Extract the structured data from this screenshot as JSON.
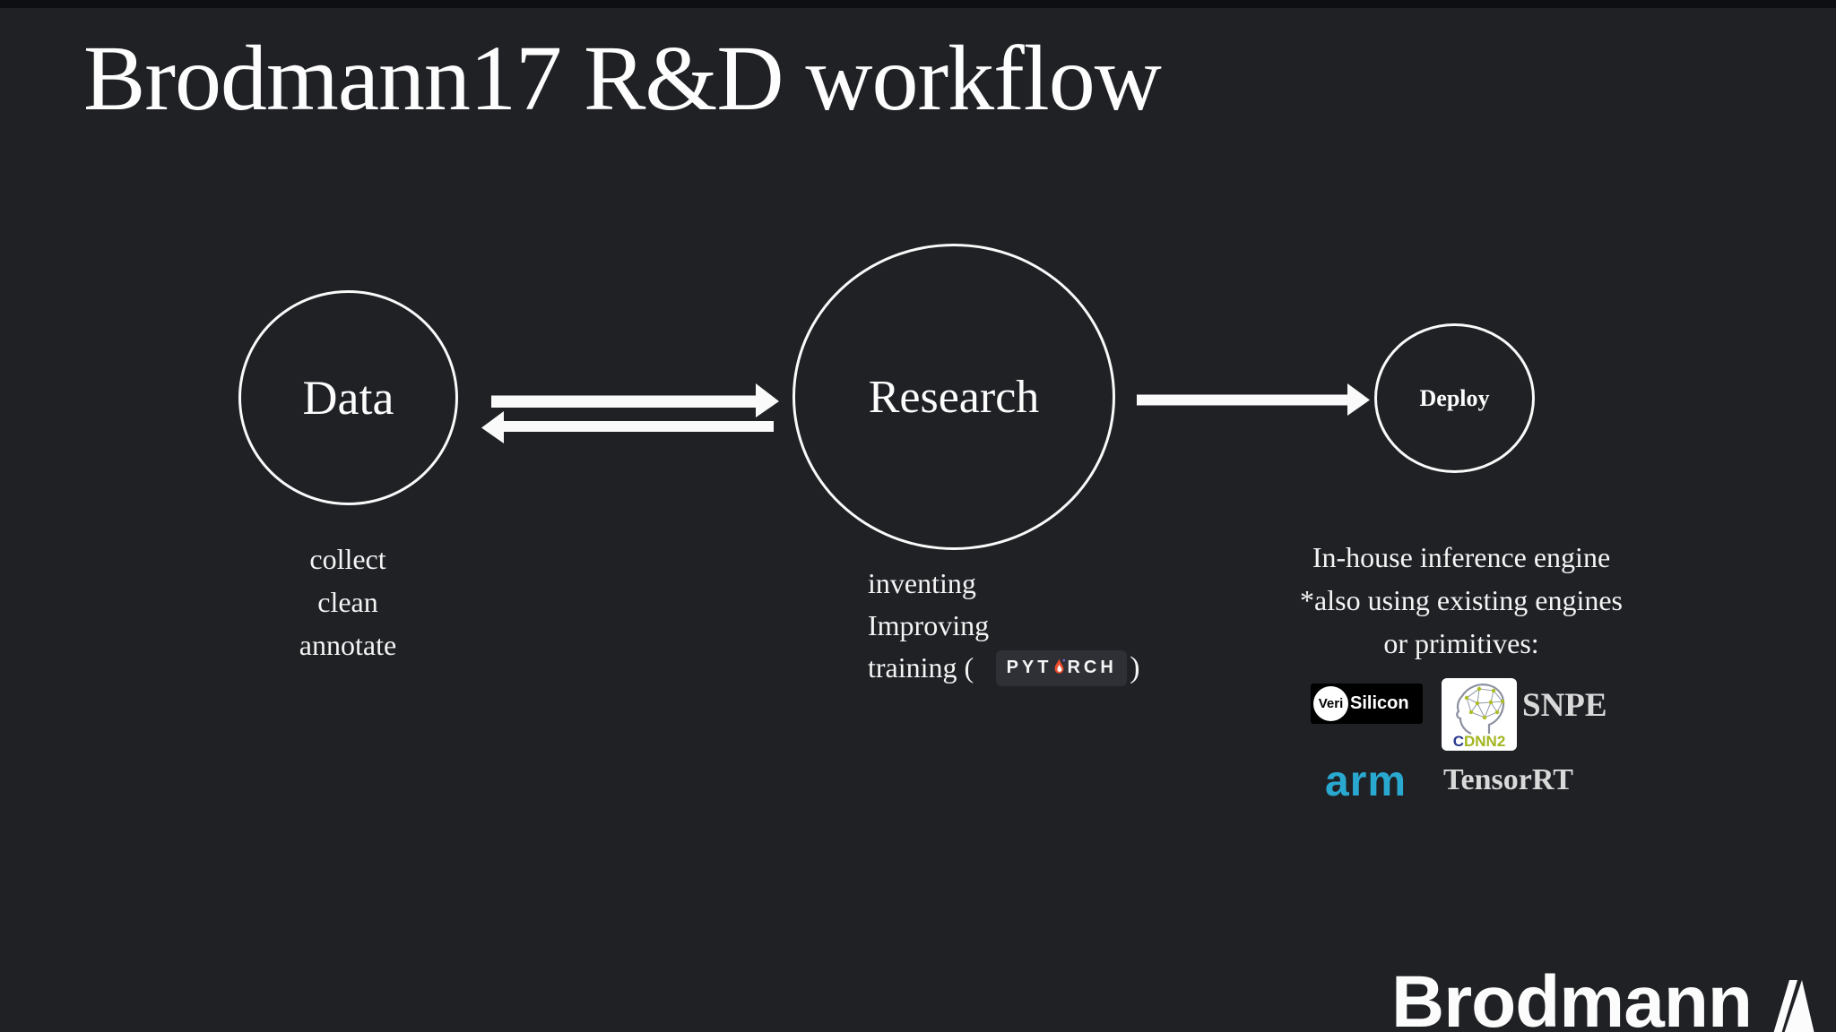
{
  "title": "Brodmann17 R&D workflow",
  "diagram": {
    "data_node": {
      "label": "Data",
      "notes": [
        "collect",
        "clean",
        "annotate"
      ]
    },
    "research_node": {
      "label": "Research",
      "notes": [
        "inventing",
        "Improving"
      ],
      "training_open": "training (",
      "training_close": ")"
    },
    "deploy_node": {
      "label": "Deploy",
      "notes": [
        "In-house inference engine",
        "*also using existing engines",
        "or primitives:"
      ]
    }
  },
  "pytorch_badge": {
    "left": "PYT",
    "right": "RCH"
  },
  "engine_logos": {
    "verisilicon": {
      "circle_text": "Veri",
      "rest_text": "Silicon"
    },
    "cdnn2": {
      "c": "C",
      "rest": "DNN2"
    },
    "snpe": "SNPE",
    "arm": "arm",
    "tensorrt": "TensorRT"
  },
  "footer": {
    "brand": "Brodmann"
  },
  "colors": {
    "background": "#1f2125",
    "top_band": "#0e0f12",
    "text_white": "#fdfdfd",
    "pytorch_orange": "#ee4c2c",
    "pytorch_badge_bg": "#2e3036",
    "arm_teal": "#29a9d0",
    "logo_gray": "#d9d9d9",
    "cdnn_navy": "#2b3a8f",
    "cdnn_green": "#a3b520"
  }
}
